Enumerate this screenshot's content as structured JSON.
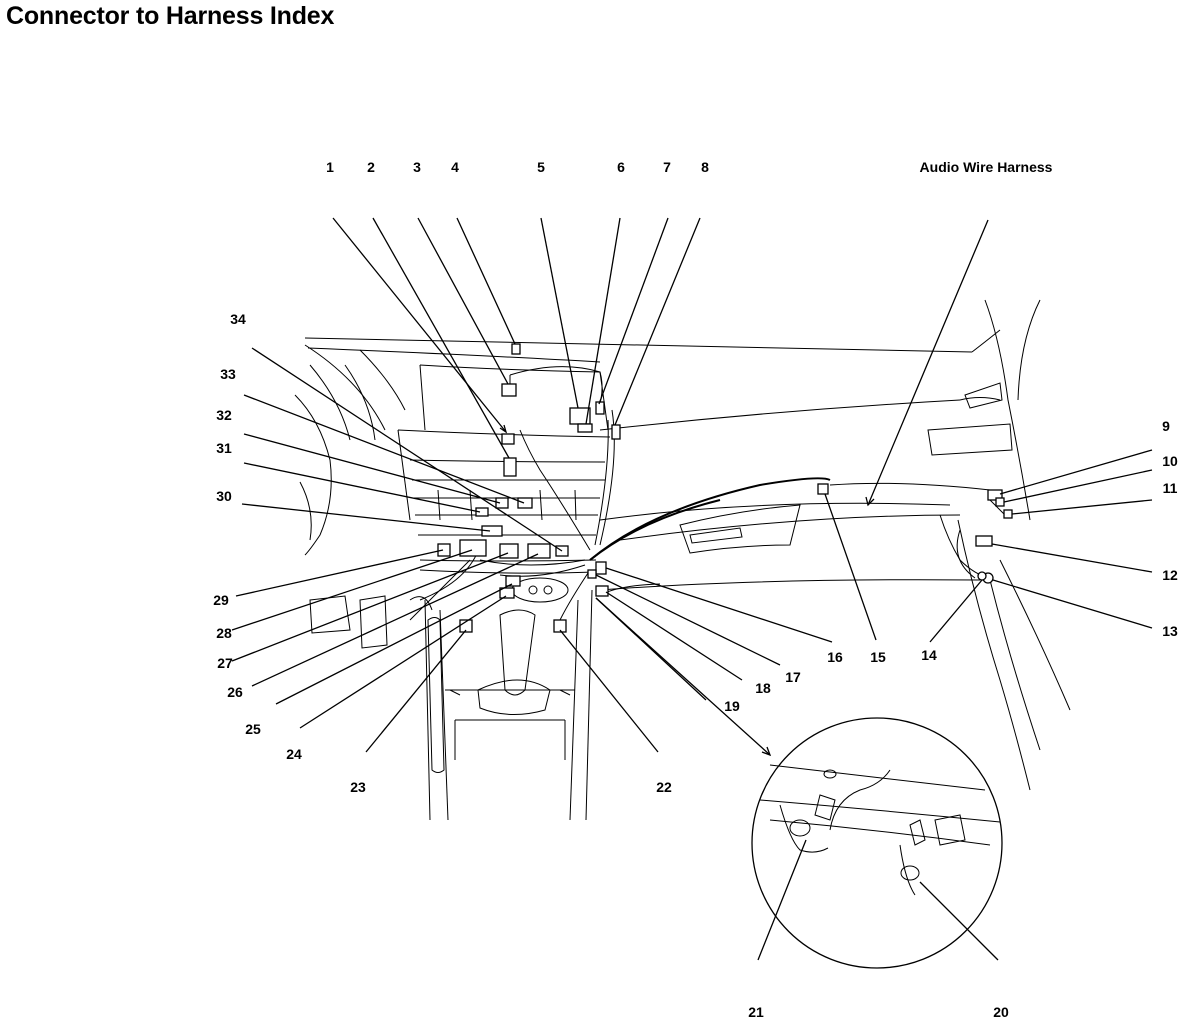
{
  "title": "Connector to Harness Index",
  "harness_label": "Audio Wire Harness",
  "callouts": {
    "c1": "1",
    "c2": "2",
    "c3": "3",
    "c4": "4",
    "c5": "5",
    "c6": "6",
    "c7": "7",
    "c8": "8",
    "c9": "9",
    "c10": "10",
    "c11": "11",
    "c12": "12",
    "c13": "13",
    "c14": "14",
    "c15": "15",
    "c16": "16",
    "c17": "17",
    "c18": "18",
    "c19": "19",
    "c20": "20",
    "c21": "21",
    "c22": "22",
    "c23": "23",
    "c24": "24",
    "c25": "25",
    "c26": "26",
    "c27": "27",
    "c28": "28",
    "c29": "29",
    "c30": "30",
    "c31": "31",
    "c32": "32",
    "c33": "33",
    "c34": "34"
  }
}
